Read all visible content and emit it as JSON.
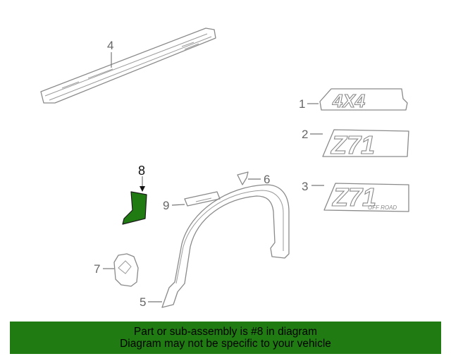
{
  "callouts": {
    "part1": "1",
    "part2": "2",
    "part3": "3",
    "part4": "4",
    "part5": "5",
    "part6": "6",
    "part7": "7",
    "part8": "8",
    "part9": "9"
  },
  "emblems": {
    "badge_4x4": "4X4",
    "badge_z71": "Z71",
    "badge_z71_offroad_text": "OFF ROAD"
  },
  "highlight_color": "#207b12",
  "banner": {
    "line1": "Part or sub-assembly is #8 in diagram",
    "line2": "Diagram may not be specific to your vehicle"
  }
}
